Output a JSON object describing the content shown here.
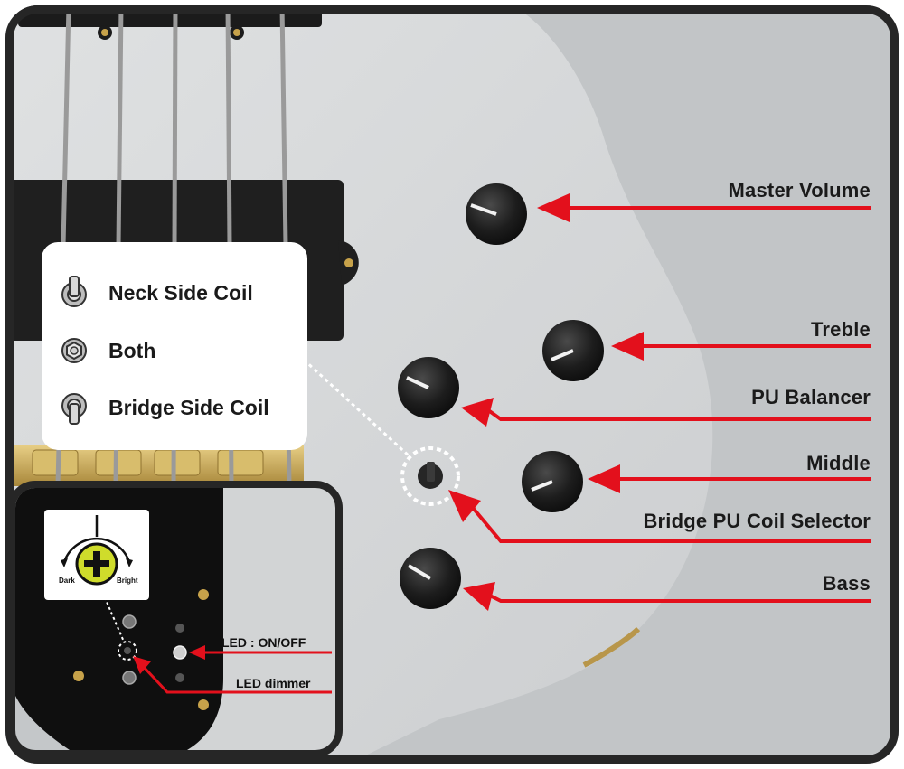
{
  "controls": {
    "master_volume": "Master Volume",
    "treble": "Treble",
    "pu_balancer": "PU Balancer",
    "middle": "Middle",
    "bridge_pu_coil_selector": "Bridge PU Coil Selector",
    "bass": "Bass"
  },
  "coil_switch_legend": {
    "items": [
      {
        "label": "Neck Side Coil",
        "icon": "toggle-switch-up-icon"
      },
      {
        "label": "Both",
        "icon": "toggle-switch-center-icon"
      },
      {
        "label": "Bridge Side Coil",
        "icon": "toggle-switch-down-icon"
      }
    ]
  },
  "led_inset": {
    "led_on_off": "LED : ON/OFF",
    "led_dimmer": "LED dimmer",
    "dial_left": "Dark",
    "dial_right": "Bright",
    "dial_icon": "plus-trimmer-icon"
  },
  "colors": {
    "arrow": "#e3101c",
    "frame": "#262626",
    "body": "#c4c7c9"
  }
}
